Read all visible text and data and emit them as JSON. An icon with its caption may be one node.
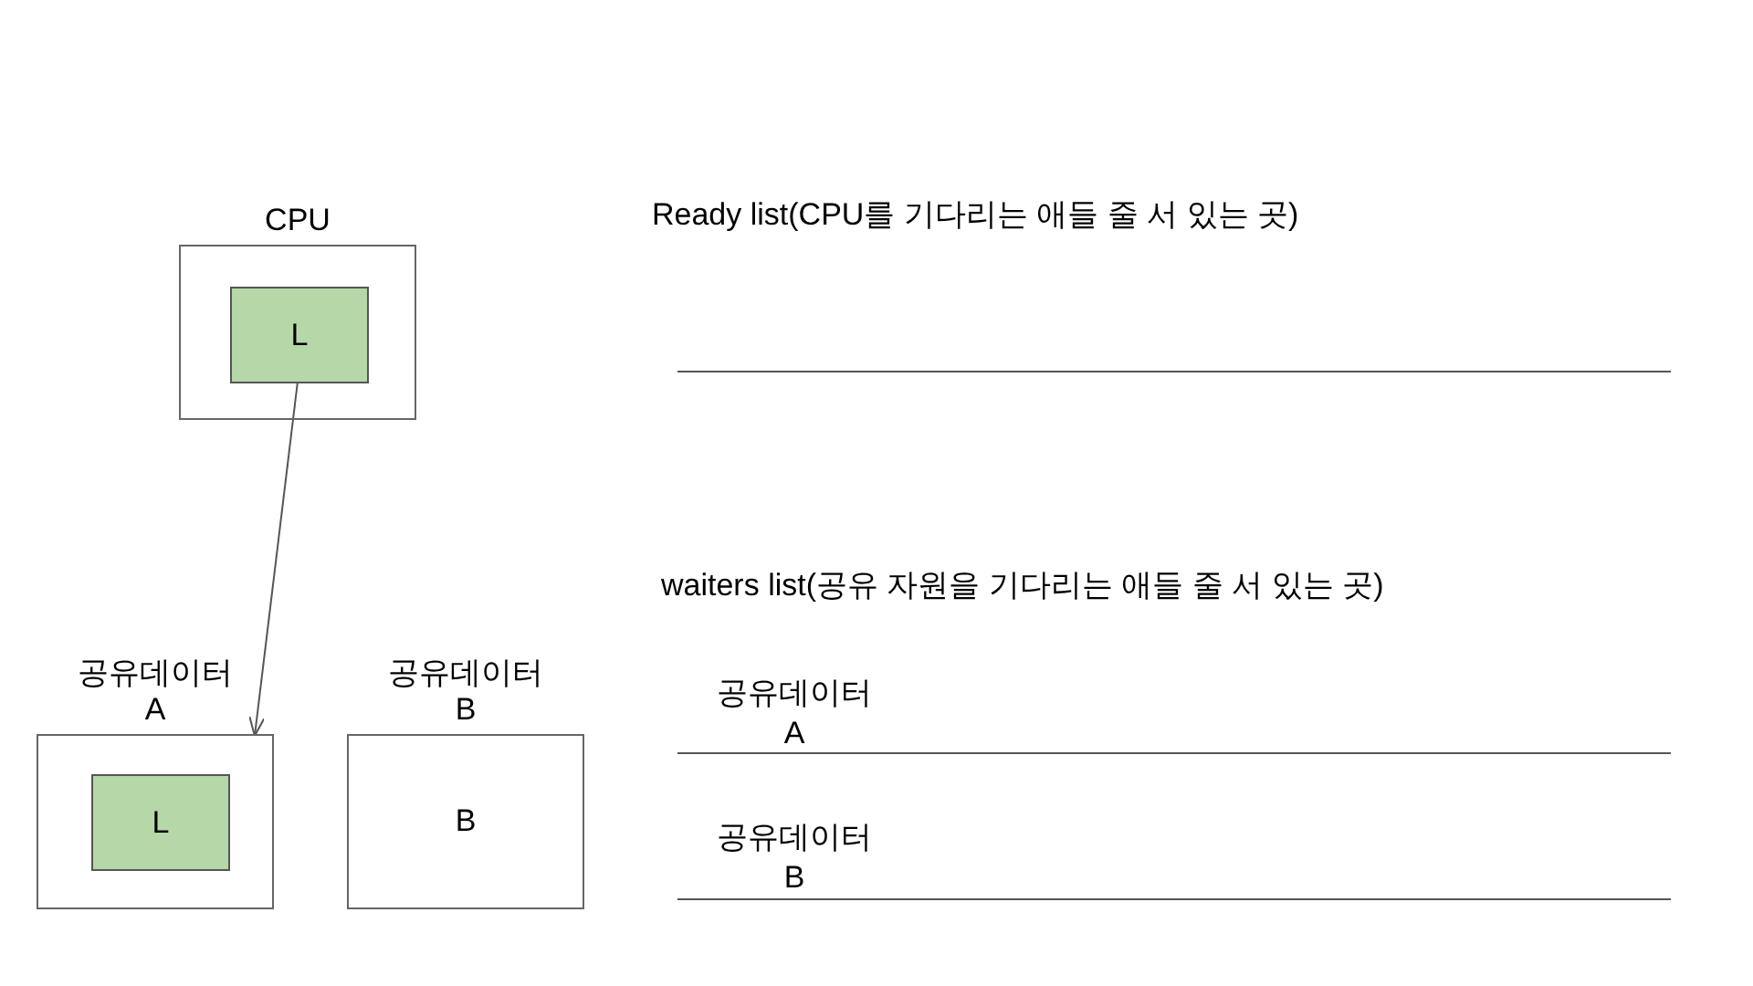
{
  "diagram": {
    "nodes": [
      {
        "text": [
          "CPU"
        ]
      },
      {
        "text": [
          "L"
        ],
        "in": 0
      },
      {
        "text": [
          "공유데이터 A"
        ]
      },
      {
        "text": [
          "L"
        ],
        "in": 2
      },
      {
        "text": [
          "공유데이터 B",
          "B"
        ]
      }
    ],
    "edges": [
      {
        "from": 1,
        "to": 2,
        "arrow": "to"
      }
    ],
    "labels": [
      "Ready list(CPU를 기다리는 애들 줄 서 있는 곳)",
      "waiters list(공유 자원을 기다리는 애들 줄 서 있는 곳)",
      "공유데이터 A",
      "공유데이터 B"
    ]
  }
}
